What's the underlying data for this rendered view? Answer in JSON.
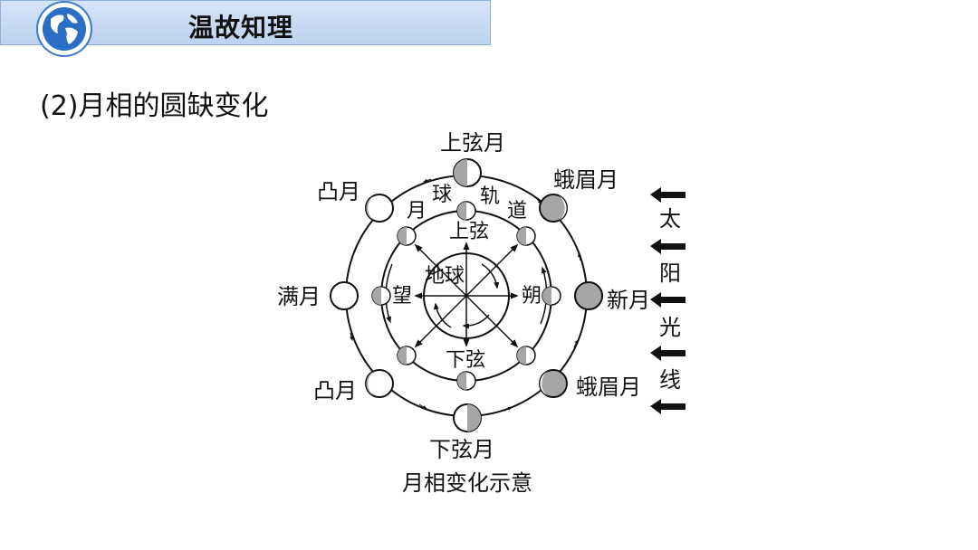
{
  "header": {
    "title": "温故知理"
  },
  "subtitle": "(2)月相的圆缺变化",
  "diagram": {
    "labels": {
      "shangxian_yue": "上弦月",
      "emei_top": "蛾眉月",
      "emei_bottom": "蛾眉月",
      "tu_top": "凸月",
      "tu_bottom": "凸月",
      "man_yue": "满月",
      "xin_yue": "新月",
      "xiaxian_yue": "下弦月",
      "orbit_1": "月",
      "orbit_2": "球",
      "orbit_3": "轨",
      "orbit_4": "道",
      "inner_shangxian": "上弦",
      "inner_xiaxian": "下弦",
      "wang": "望",
      "shuo": "朔",
      "earth": "地球"
    },
    "sunlight": [
      "太",
      "阳",
      "光",
      "线"
    ],
    "caption": "月相变化示意"
  },
  "colors": {
    "moon_dark": "#a6a6a6",
    "accent": "#3c78c8"
  }
}
